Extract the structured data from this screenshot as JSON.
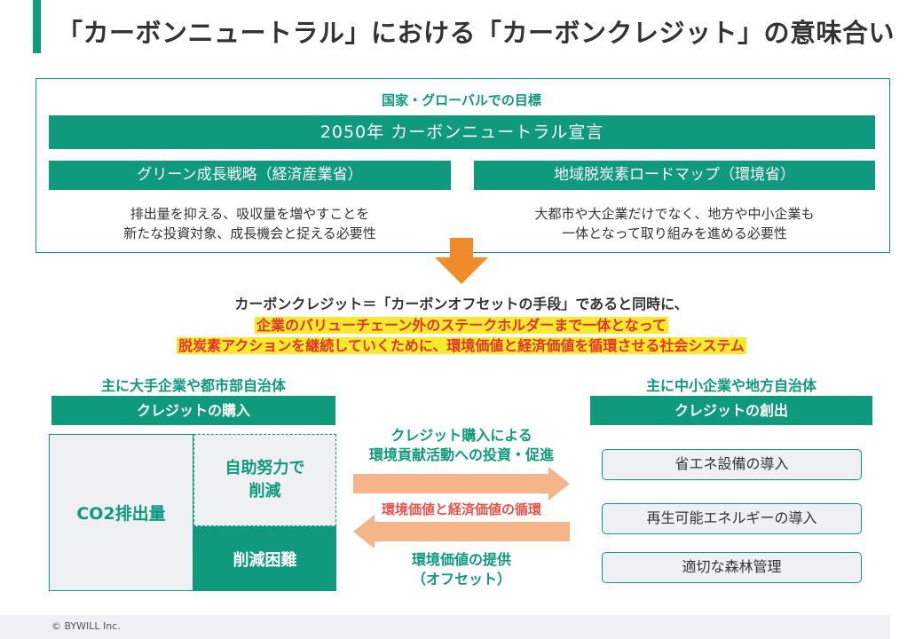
{
  "title": "「カーボンニュートラル」における「カーボンクレジット」の意味合い",
  "top": {
    "goal_label": "国家・グローバルでの目標",
    "main_band": "2050年  カーボンニュートラル宣言",
    "left_band": "グリーン成長戦略（経済産業省）",
    "right_band": "地域脱炭素ロードマップ（環境省）",
    "left_desc": [
      "排出量を抑える、吸収量を増やすことを",
      "新たな投資対象、成長機会と捉える必要性"
    ],
    "right_desc": [
      "大都市や大企業だけでなく、地方や中小企業も",
      "一体となって取り組みを進める必要性"
    ]
  },
  "middle": {
    "line1": "カーボンクレジット＝「カーボンオフセットの手段」であると同時に、",
    "line2": "企業のバリューチェーン外のステークホルダーまで一体となって",
    "line3": "脱炭素アクションを継続していくために、環境価値と経済価値を循環させる社会システム"
  },
  "left_section": {
    "label": "主に大手企業や都市部自治体",
    "header": "クレジットの購入",
    "co2": "CO2排出量",
    "effort": [
      "自助努力で",
      "削減"
    ],
    "hard": "削減困難"
  },
  "flows": {
    "top": [
      "クレジット購入による",
      "環境貢献活動への投資・促進"
    ],
    "middle": "環境価値と経済価値の循環",
    "bottom": [
      "環境価値の提供",
      "（オフセット）"
    ]
  },
  "right_section": {
    "label": "主に中小企業や地方自治体",
    "header": "クレジットの創出",
    "items": [
      "省エネ設備の導入",
      "再生可能エネルギーの導入",
      "適切な森林管理"
    ]
  },
  "footer": {
    "copyright": "© BYWILL Inc."
  },
  "colors": {
    "accent": "#0f9a7e",
    "arrow_orange": "#f08a2a",
    "arrow_light": "#f6b48a",
    "highlight": "#f7e92e",
    "highlight_text": "#e6332a"
  }
}
